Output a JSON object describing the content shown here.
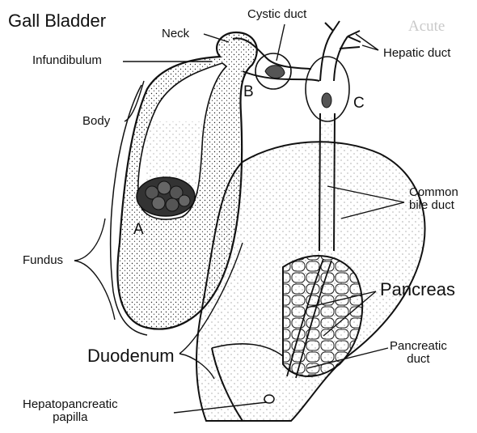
{
  "diagram": {
    "title": "Gall Bladder",
    "labels": {
      "neck": "Neck",
      "cystic_duct": "Cystic duct",
      "infundibulum": "Infundibulum",
      "hepatic_duct": "Hepatic duct",
      "body": "Body",
      "b": "B",
      "c": "C",
      "a": "A",
      "common_bile_duct_1": "Common",
      "common_bile_duct_2": "bile duct",
      "fundus": "Fundus",
      "pancreas": "Pancreas",
      "duodenum": "Duodenum",
      "pancreatic_duct_1": "Pancreatic",
      "pancreatic_duct_2": "duct",
      "papilla_1": "Hepatopancreatic",
      "papilla_2": "papilla"
    }
  },
  "colors": {
    "ink": "#111111",
    "stone": "#555555",
    "faint_text": "#c9c9c9",
    "background": "#ffffff"
  }
}
